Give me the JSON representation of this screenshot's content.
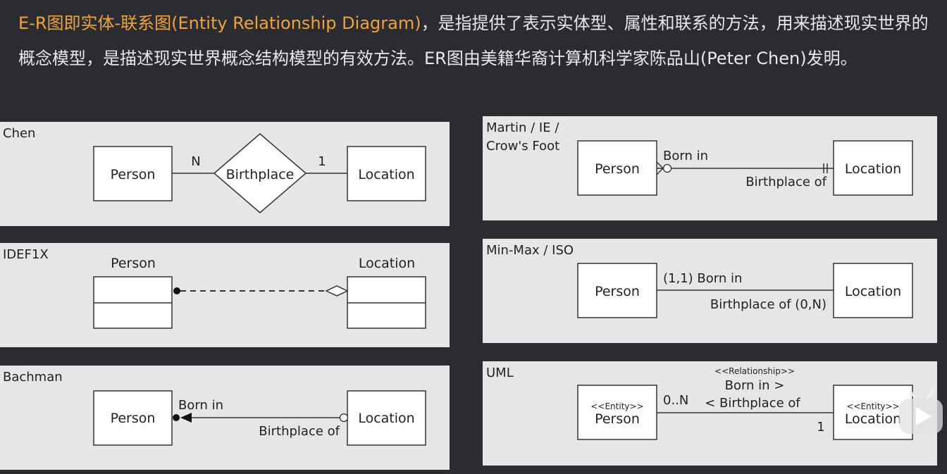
{
  "intro": {
    "highlight": "E-R图即实体-联系图(Entity Relationship Diagram)",
    "rest": "，是指提供了表示实体型、属性和联系的方法，用来描述现实世界的概念模型，是描述现实世界概念结构模型的有效方法。ER图由美籍华裔计算机科学家陈品山(Peter Chen)发明。"
  },
  "colors": {
    "background": "#2a2c31",
    "panel": "#e6e6e6",
    "highlight": "#f0a23c",
    "text": "#e8e8e8"
  },
  "panels": {
    "chen": {
      "title": "Chen",
      "entity_left": "Person",
      "relationship": "Birthplace",
      "entity_right": "Location",
      "card_left": "N",
      "card_right": "1"
    },
    "idef1x": {
      "title": "IDEF1X",
      "entity_left": "Person",
      "entity_right": "Location"
    },
    "bachman": {
      "title": "Bachman",
      "entity_left": "Person",
      "entity_right": "Location",
      "label_top": "Born in",
      "label_bottom": "Birthplace of"
    },
    "martin": {
      "title_line1": "Martin / IE /",
      "title_line2": "Crow's Foot",
      "entity_left": "Person",
      "entity_right": "Location",
      "label_top": "Born in",
      "label_bottom": "Birthplace of"
    },
    "minmax": {
      "title": "Min-Max / ISO",
      "entity_left": "Person",
      "entity_right": "Location",
      "label_top": "(1,1) Born in",
      "label_bottom": "Birthplace of (0,N)"
    },
    "uml": {
      "title": "UML",
      "stereotype_left": "<<Entity>>",
      "entity_left": "Person",
      "stereotype_right": "<<Entity>>",
      "entity_right": "Location",
      "rel_stereotype": "<<Relationship>>",
      "label_top": "Born in >",
      "label_bottom": "< Birthplace of",
      "mult_left": "0..N",
      "mult_right": "1"
    }
  },
  "icons": {
    "play": "play-icon"
  }
}
